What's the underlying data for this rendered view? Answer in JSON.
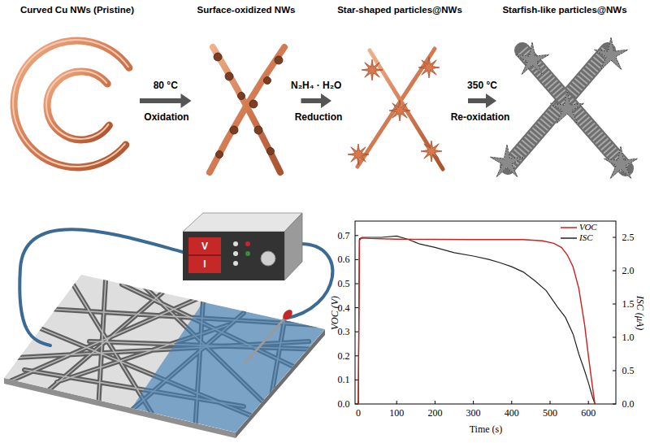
{
  "diagram": {
    "nodes": [
      {
        "text": [
          "Curved Cu NWs (Pristine)"
        ]
      },
      {
        "text": [
          "Surface-oxidized NWs"
        ]
      },
      {
        "text": [
          "Star-shaped particles@NWs"
        ]
      },
      {
        "text": [
          "Starfish-like particles@NWs"
        ]
      }
    ],
    "edges": [
      {
        "from": 0,
        "to": 1,
        "label": "80 °C",
        "arrow": "to"
      },
      {
        "from": 1,
        "to": 2,
        "label": "N₂H₄ · H₂O",
        "arrow": "to"
      },
      {
        "from": 2,
        "to": 3,
        "label": "350 °C",
        "arrow": "to"
      }
    ],
    "labels": [
      "Oxidation",
      "Reduction",
      "Re-oxidation",
      "V",
      "I",
      "0.0",
      "0.1",
      "0.2",
      "0.3",
      "0.4",
      "0.5",
      "0.6",
      "0.7",
      "0.0",
      "0.5",
      "1.0",
      "1.5",
      "2.0",
      "2.5",
      "0",
      "100",
      "200",
      "300",
      "400",
      "500",
      "600",
      "VOC (V)",
      "ISC (μA)",
      "Time (s)"
    ],
    "legend": [
      {
        "text": "VOC"
      },
      {
        "text": "ISC"
      }
    ]
  }
}
